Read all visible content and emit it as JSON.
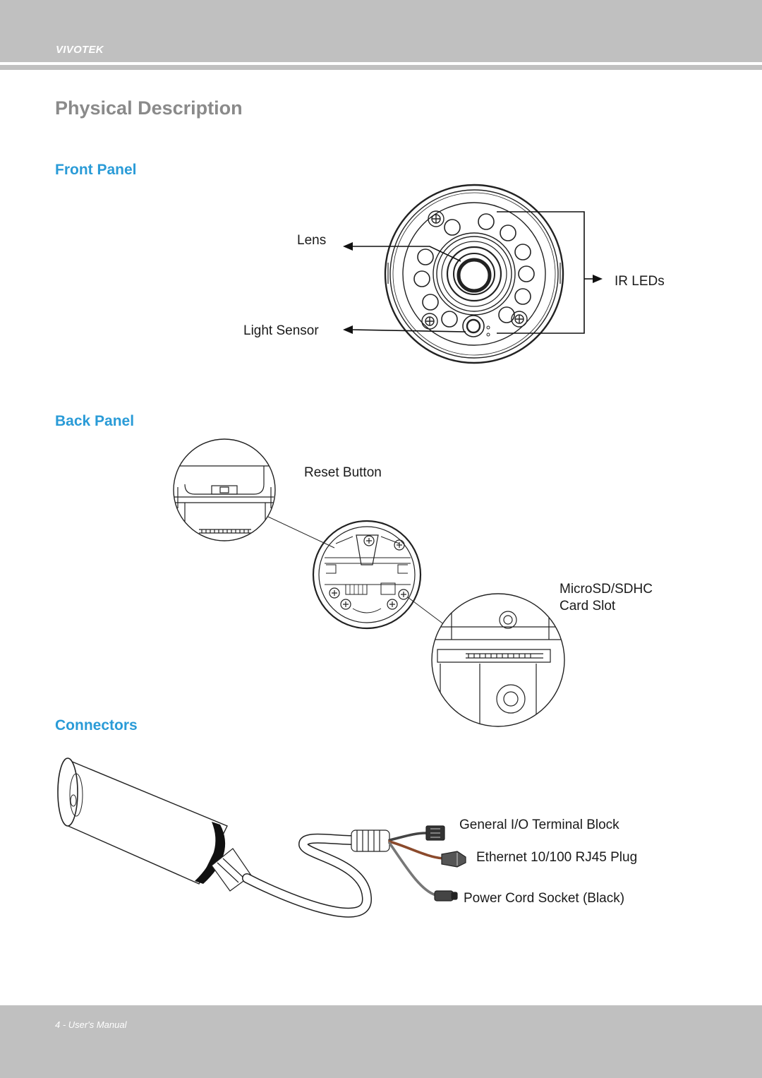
{
  "header": {
    "brand": "VIVOTEK"
  },
  "page_title": "Physical Description",
  "sections": {
    "front_panel": {
      "title": "Front Panel",
      "labels": {
        "lens": "Lens",
        "light_sensor": "Light Sensor",
        "ir_leds": "IR LEDs"
      }
    },
    "back_panel": {
      "title": "Back Panel",
      "labels": {
        "reset_button": "Reset Button",
        "microsd_line1": "MicroSD/SDHC",
        "microsd_line2": "Card Slot"
      }
    },
    "connectors": {
      "title": "Connectors",
      "labels": {
        "io_block": "General I/O Terminal Block",
        "ethernet": "Ethernet 10/100 RJ45 Plug",
        "power": "Power Cord Socket (Black)"
      }
    }
  },
  "footer": {
    "page_label": "4 - User's Manual"
  },
  "colors": {
    "band": "#c0c0c0",
    "section_accent": "#2a9bd7",
    "title_gray": "#8a8a8a"
  }
}
